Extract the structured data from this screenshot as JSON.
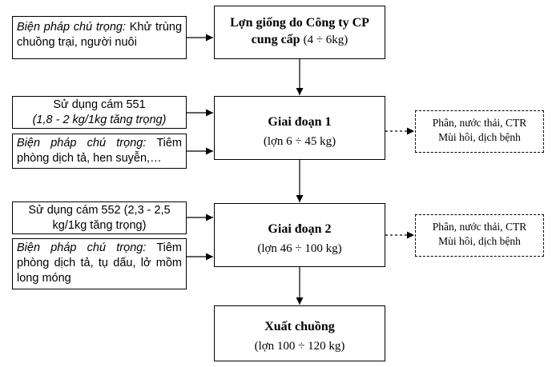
{
  "main_boxes": {
    "source": {
      "title_line1": "Lợn giống do Công ty CP",
      "title_line2": "cung cấp",
      "weight": "(4 ÷ 6kg)"
    },
    "stage1": {
      "title": "Giai đoạn 1",
      "weight": "(lợn 6 ÷ 45 kg)"
    },
    "stage2": {
      "title": "Giai đoạn 2",
      "weight": "(lợn 46 ÷ 100 kg)"
    },
    "exit": {
      "title": "Xuất chuồng",
      "weight": "(lợn 100 ÷ 120 kg)"
    }
  },
  "inputs": {
    "disinfect": {
      "label": "Biện pháp chú trọng:",
      "text": "Khử trùng chuồng trại, người nuôi"
    },
    "feed551": {
      "line1": "Sử dụng cám 551",
      "line2": "(1,8 - 2 kg/1kg tăng trọng)"
    },
    "vaccine1": {
      "label": "Biện pháp chú trọng:",
      "text": "Tiêm phòng dịch tả, hen suyễn,…"
    },
    "feed552": {
      "text": "Sử dụng cám 552 (2,3 - 2,5 kg/1kg tăng trọng)"
    },
    "vaccine2": {
      "label": "Biện pháp chú trọng:",
      "text": "Tiêm phòng dịch tả, tụ dấu, lở mồm long móng"
    }
  },
  "outputs": {
    "waste1": {
      "line1": "Phân, nước thải, CTR",
      "line2": "Mùi hôi, dịch bệnh"
    },
    "waste2": {
      "line1": "Phân, nước thải, CTR",
      "line2": "Mùi hôi, dịch bệnh"
    }
  }
}
